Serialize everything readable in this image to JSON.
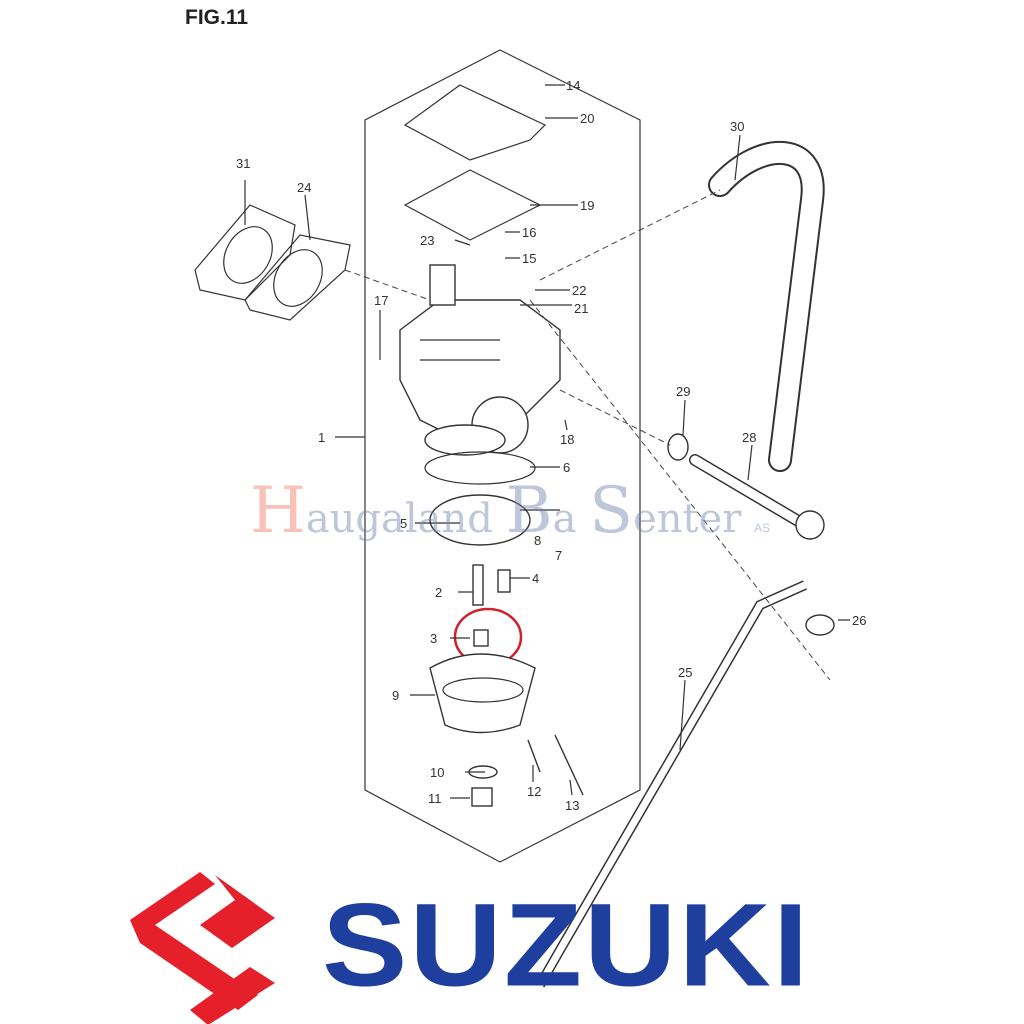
{
  "figure_title": "FIG.11",
  "watermark": {
    "h": "H",
    "text1": "augaland",
    "b": "B",
    "a": "a",
    "s": "S",
    "text2": "enter",
    "suffix": "AS"
  },
  "brand": {
    "name": "SUZUKI",
    "color": "#1f3f9e",
    "mark_color": "#e5202a"
  },
  "highlight_color": "#d0202a",
  "callouts": {
    "p1": "1",
    "p2": "2",
    "p3": "3",
    "p4": "4",
    "p5": "5",
    "p6": "6",
    "p7": "7",
    "p8": "8",
    "p9": "9",
    "p10": "10",
    "p11": "11",
    "p12": "12",
    "p13": "13",
    "p14": "14",
    "p15": "15",
    "p16": "16",
    "p17": "17",
    "p18": "18",
    "p19": "19",
    "p20": "20",
    "p21": "21",
    "p22": "22",
    "p23": "23",
    "p24": "24",
    "p25": "25",
    "p26": "26",
    "p28": "28",
    "p29": "29",
    "p30": "30",
    "p31": "31"
  }
}
